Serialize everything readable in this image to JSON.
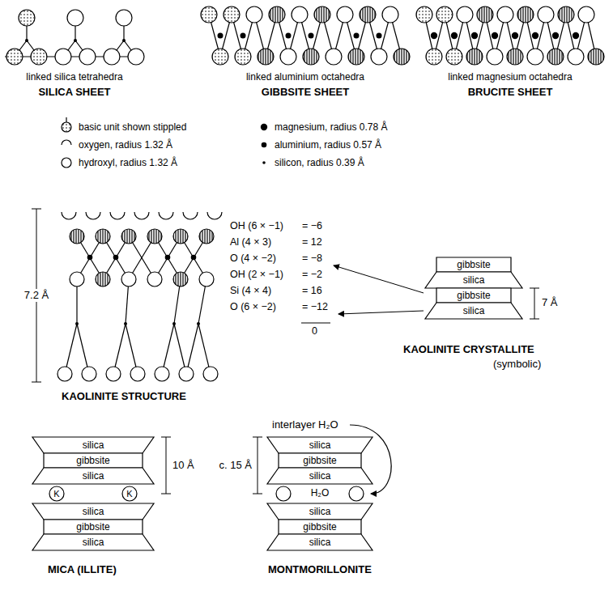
{
  "diagram": {
    "nodes": [
      {
        "text": [
          "gibbsite"
        ]
      },
      {
        "text": [
          "silica"
        ]
      },
      {
        "text": [
          "gibbsite"
        ]
      },
      {
        "text": [
          "silica"
        ]
      },
      {
        "text": [
          "silica"
        ]
      },
      {
        "text": [
          "gibbsite"
        ]
      },
      {
        "text": [
          "silica"
        ]
      },
      {
        "text": [
          "K"
        ]
      },
      {
        "text": [
          "K"
        ]
      },
      {
        "text": [
          "silica"
        ]
      },
      {
        "text": [
          "gibbsite"
        ]
      },
      {
        "text": [
          "silica"
        ]
      },
      {
        "text": [
          "silica"
        ]
      },
      {
        "text": [
          "gibbsite"
        ]
      },
      {
        "text": [
          "silica"
        ]
      },
      {
        "text": [
          "silica"
        ]
      },
      {
        "text": [
          "gibbsite"
        ]
      },
      {
        "text": [
          "silica"
        ]
      }
    ],
    "labels": [
      "linked silica tetrahedra",
      "linked aluminium octahedra",
      "linked magnesium octahedra",
      "SILICA SHEET",
      "GIBBSITE SHEET",
      "BRUCITE SHEET",
      "7.2 Å",
      "OH (6 × −1)",
      "= −6",
      "Al (4 × 3)",
      "= 12",
      "O (4 × −2)",
      "= −8",
      "OH (2 × −1)",
      "= −2",
      "Si (4 × 4)",
      "= 16",
      "O (6 × −2)",
      "= −12",
      "0",
      "KAOLINITE STRUCTURE",
      "7 Å",
      "KAOLINITE CRYSTALLITE",
      "(symbolic)",
      "interlayer H₂O",
      "10 Å",
      "c. 15 Å",
      "H₂O",
      "MICA (ILLITE)",
      "MONTMORILLONITE"
    ],
    "legend": [
      {
        "text": "basic unit shown stippled"
      },
      {
        "text": "oxygen, radius 1.32 Å"
      },
      {
        "text": "hydroxyl, radius 1.32 Å"
      },
      {
        "text": "magnesium, radius 0.78 Å"
      },
      {
        "text": "aluminium, radius 0.57 Å"
      },
      {
        "text": "silicon, radius 0.39 Å"
      }
    ]
  }
}
